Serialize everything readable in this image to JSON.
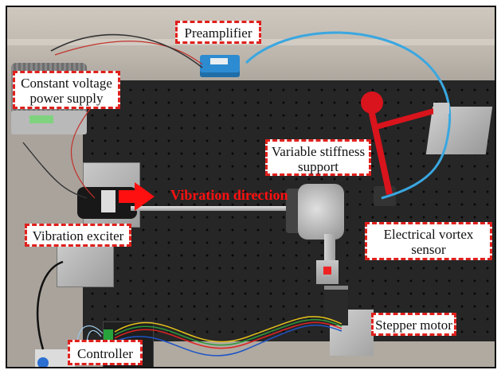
{
  "figure": {
    "description": "Experimental rig photograph with annotated components",
    "labels": {
      "preamplifier": "Preamplifier",
      "power_supply_line1": "Constant voltage",
      "power_supply_line2": "power supply",
      "variable_support_line1": "Variable stiffness",
      "variable_support_line2": "support",
      "vibration_direction": "Vibration direction",
      "vibration_exciter": "Vibration exciter",
      "sensor_line1": "Electrical vortex",
      "sensor_line2": "sensor",
      "stepper_motor": "Stepper motor",
      "controller": "Controller"
    },
    "colors": {
      "label_border": "#e0201c",
      "arrow": "#ff1010",
      "cable_blue": "#3aa7e0",
      "stand_red": "#d9141c"
    }
  }
}
